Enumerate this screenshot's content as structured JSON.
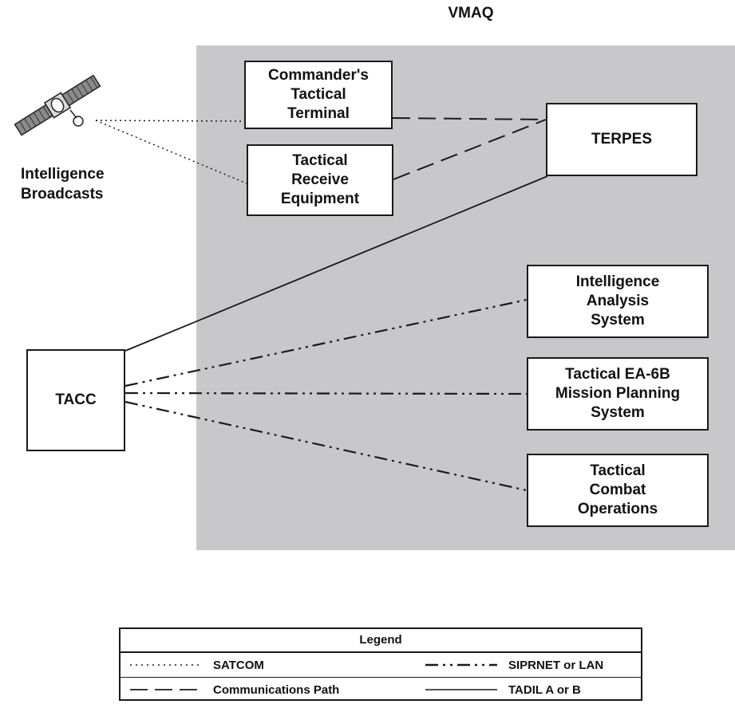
{
  "title": "VMAQ",
  "satellite": {
    "icon": "satellite-icon",
    "label_lines": [
      "Intelligence",
      "Broadcasts"
    ]
  },
  "boxes": {
    "commanders_tactical_terminal": [
      "Commander's",
      "Tactical",
      "Terminal"
    ],
    "tactical_receive_equipment": [
      "Tactical",
      "Receive",
      "Equipment"
    ],
    "terpes": [
      "TERPES"
    ],
    "tacc": [
      "TACC"
    ],
    "intelligence_analysis_system": [
      "Intelligence",
      "Analysis",
      "System"
    ],
    "tactical_ea6b_mission_planning_system": [
      "Tactical EA-6B",
      "Mission Planning",
      "System"
    ],
    "tactical_combat_operations": [
      "Tactical",
      "Combat",
      "Operations"
    ]
  },
  "legend": {
    "title": "Legend",
    "items": {
      "satcom": "SATCOM",
      "siprnet": "SIPRNET or LAN",
      "comm_path": "Communications Path",
      "tadil": "TADIL A or B"
    }
  },
  "colors": {
    "shade": "#c8c8ca",
    "line": "#1a1a1a"
  }
}
